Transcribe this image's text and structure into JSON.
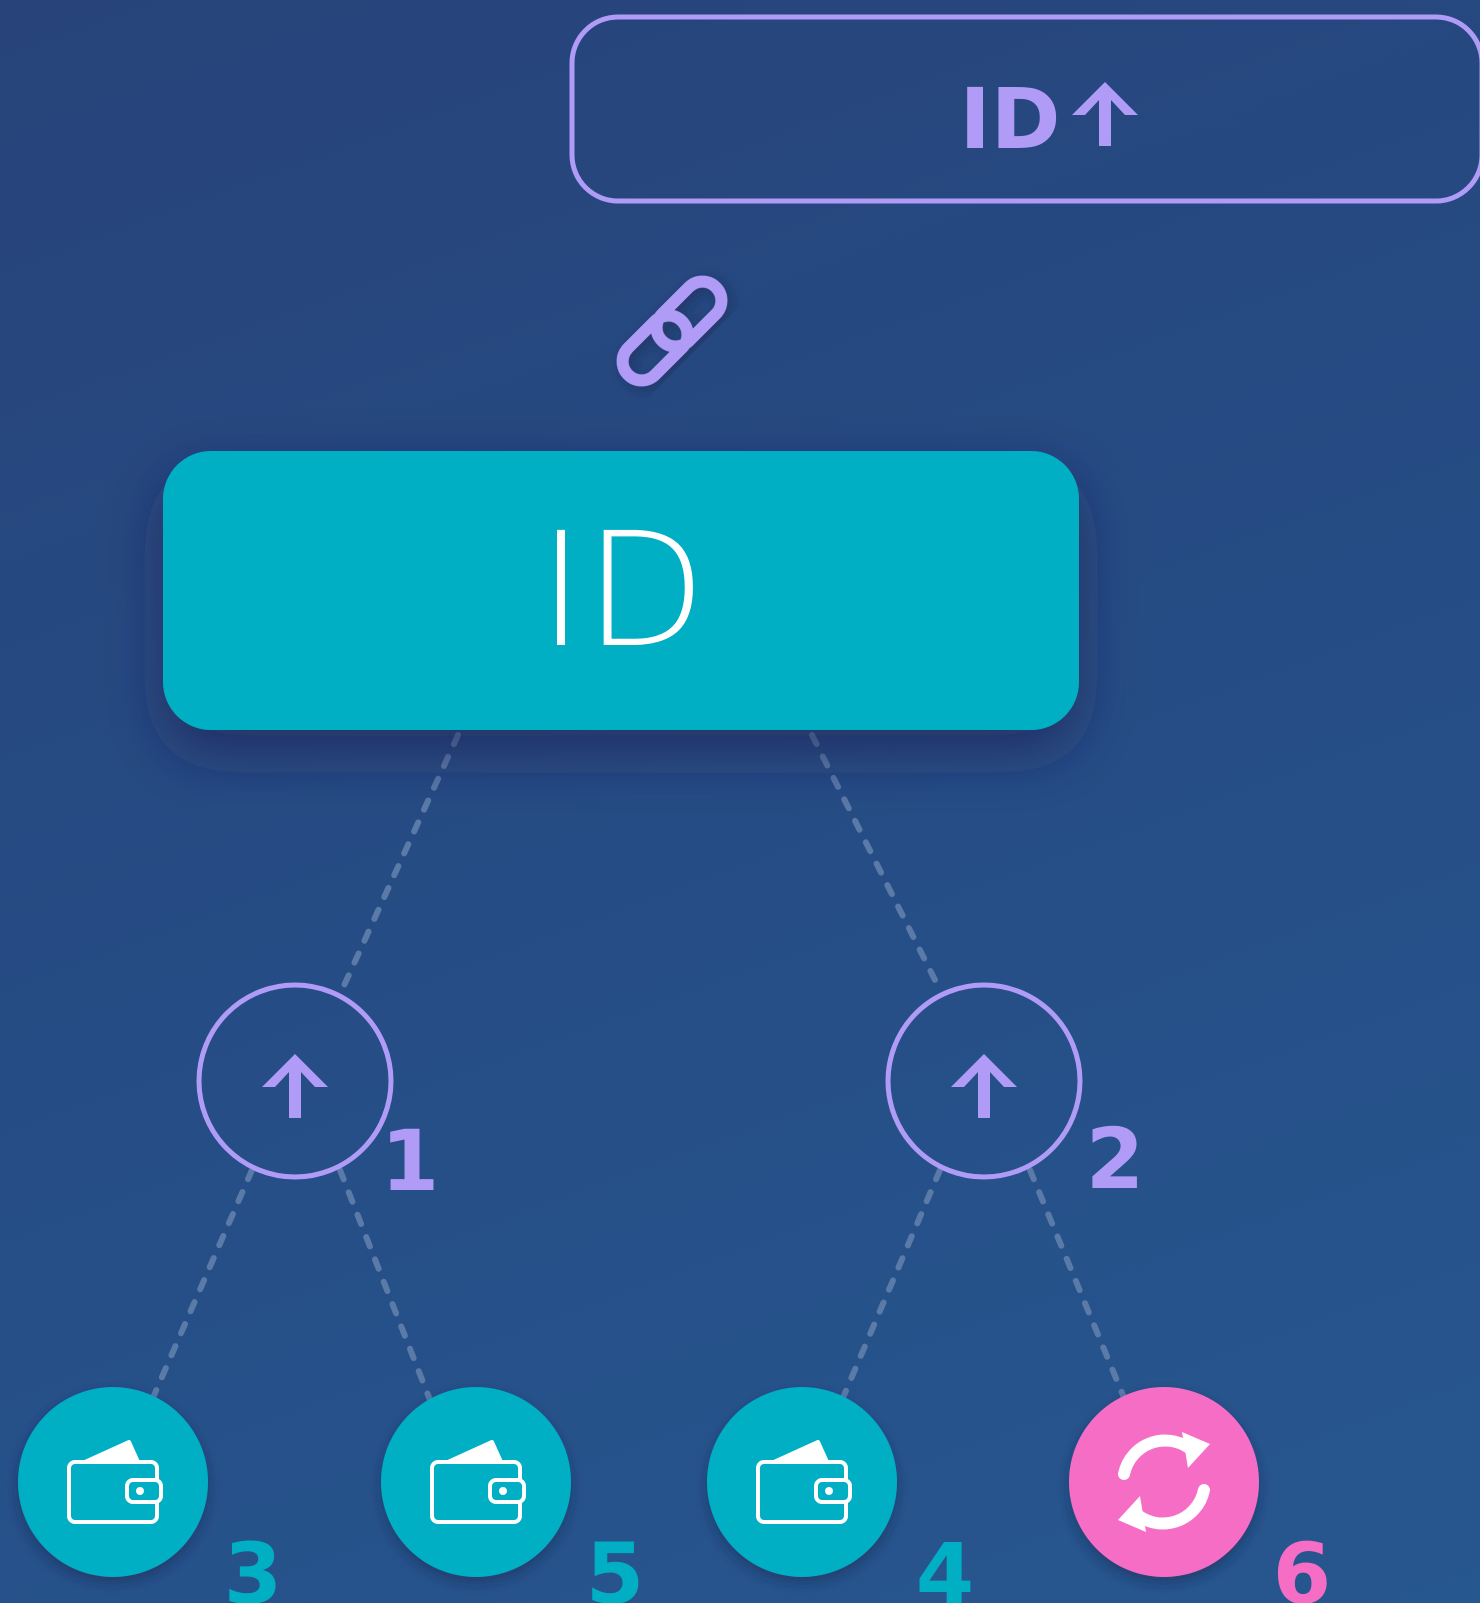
{
  "top_box": {
    "label": "ID",
    "arrow_icon": "arrow-up-icon"
  },
  "link_icon": "chain-link-icon",
  "main_box": {
    "label": "ID"
  },
  "intermediate_nodes": [
    {
      "icon": "arrow-up-icon",
      "badge": "1"
    },
    {
      "icon": "arrow-up-icon",
      "badge": "2"
    }
  ],
  "leaf_nodes": [
    {
      "icon": "wallet-icon",
      "badge": "3",
      "parent": "1"
    },
    {
      "icon": "wallet-icon",
      "badge": "5",
      "parent": "1"
    },
    {
      "icon": "wallet-icon",
      "badge": "4",
      "parent": "2"
    },
    {
      "icon": "refresh-icon",
      "badge": "6",
      "parent": "2"
    }
  ],
  "colors": {
    "background_start": "#27437a",
    "background_end": "#27578f",
    "lavender": "#b09cf7",
    "teal": "#00afc4",
    "pink": "#f66dc6",
    "white": "#ffffff",
    "connector": "#5a7aa8"
  }
}
